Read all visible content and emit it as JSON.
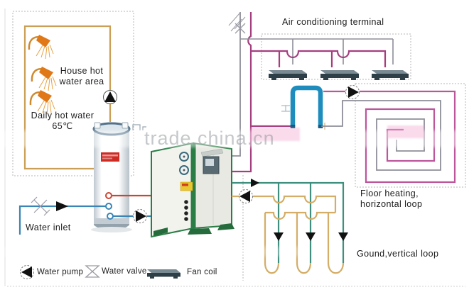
{
  "labels": {
    "ac_terminal": "Air conditioning terminal",
    "house_hot_water_line1": "House hot",
    "house_hot_water_line2": "water area",
    "daily_hot_water_line1": "Daily hot water",
    "daily_hot_water_line2": "65℃",
    "water_inlet": "Water inlet",
    "floor_heating_line1": "Floor heating,",
    "floor_heating_line2": "horizontal loop",
    "ground_loop": "Gound,vertical loop",
    "watermark": "trade.china.cn"
  },
  "legend": {
    "items": [
      {
        "icon": "water-pump-icon",
        "label": "Water pump"
      },
      {
        "icon": "water-valve-icon",
        "label": "Water valve"
      },
      {
        "icon": "fan-coil-icon",
        "label": "Fan coil"
      }
    ]
  },
  "colors": {
    "hot_water_pipe": "#cb9f55",
    "inlet_pipe": "#3a85b5",
    "hot_supply_pipe": "#cc4433",
    "ac_supply_pipe": "#a43f7f",
    "ac_return_pipe": "#8e8e99",
    "floor_supply_pipe": "#bd559b",
    "floor_return_pipe": "#8e8e99",
    "buffer_pipe": "#1f8cbe",
    "ground_supply_pipe": "#3f8f7f",
    "ground_return_pipe": "#d4ad66",
    "unit_green": "#2a7d45",
    "fan_coil_dark": "#2f3f48",
    "tank_label_red": "#cf2b25",
    "dashed_border": "#b5b5b5"
  }
}
